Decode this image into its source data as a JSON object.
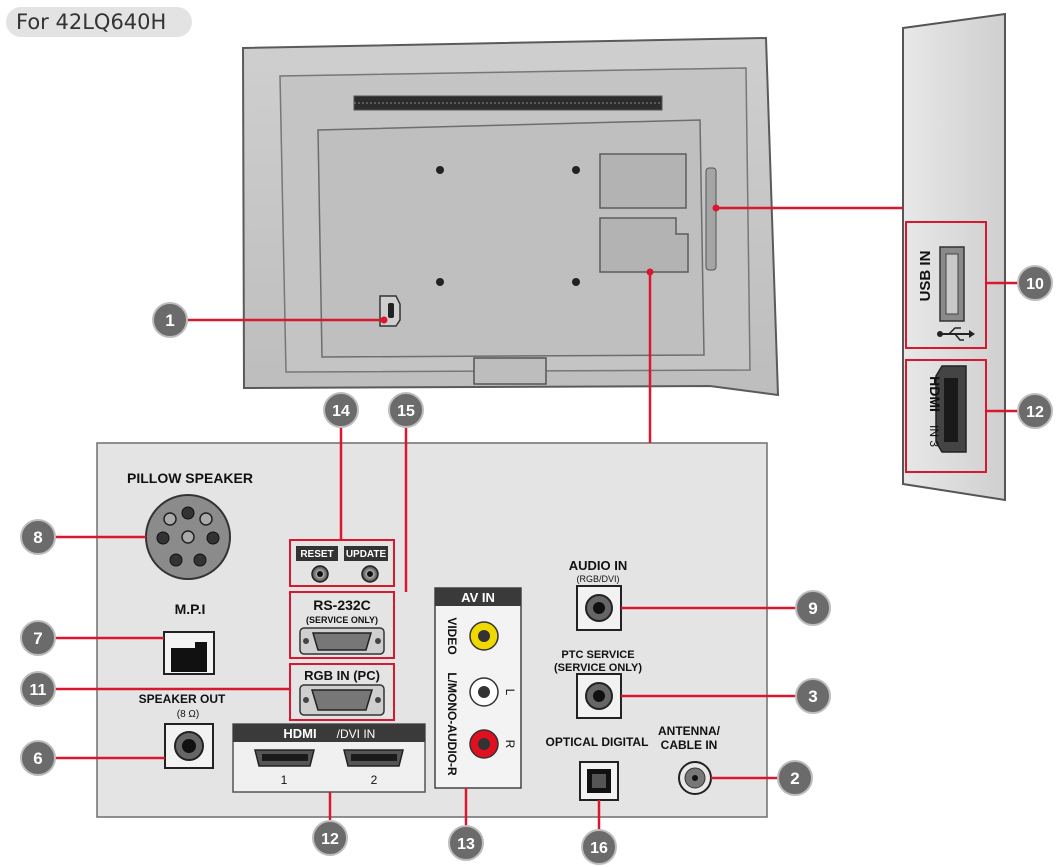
{
  "model_label": "For 42LQ640H",
  "labels": {
    "pillow_speaker": "PILLOW SPEAKER",
    "reset": "RESET",
    "update": "UPDATE",
    "rs232c": "RS-232C",
    "rs232c_note": "(SERVICE ONLY)",
    "mpi": "M.P.I",
    "rgb_in": "RGB IN (PC)",
    "speaker_out": "SPEAKER OUT",
    "speaker_out_ohm": "(8 Ω)",
    "hdmi_logo": "HDMI",
    "hdmi_dvi_in": "/DVI IN",
    "hdmi_port_1": "1",
    "hdmi_port_2": "2",
    "av_in": "AV IN",
    "video": "VIDEO",
    "l_mono_audio_r": "L/MONO-AUDIO-R",
    "l": "L",
    "r": "R",
    "audio_in": "AUDIO IN",
    "audio_in_note": "(RGB/DVI)",
    "ptc_service": "PTC SERVICE",
    "ptc_service_note": "(SERVICE ONLY)",
    "optical_digital": "OPTICAL DIGITAL",
    "antenna": "ANTENNA/",
    "cable_in": "CABLE IN",
    "usb_in": "USB IN",
    "hdmi_side_logo": "HDMI",
    "hdmi_side_in": "IN 3"
  },
  "callouts": {
    "c1": "1",
    "c2": "2",
    "c3": "3",
    "c6": "6",
    "c7": "7",
    "c8": "8",
    "c9": "9",
    "c10": "10",
    "c11": "11",
    "c12_side": "12",
    "c12_bottom": "12",
    "c13": "13",
    "c14": "14",
    "c15": "15",
    "c16": "16"
  },
  "icons": {
    "usb": "usb-trident-icon"
  },
  "colors": {
    "leader_line": "#d8182f",
    "callout_fill": "#6b6b6b",
    "panel_fill": "#e4e4e4",
    "tv_fill": "#d0d0d0",
    "video_jack": "#f0d800",
    "audio_l_jack": "#ffffff",
    "audio_r_jack": "#e01020"
  }
}
